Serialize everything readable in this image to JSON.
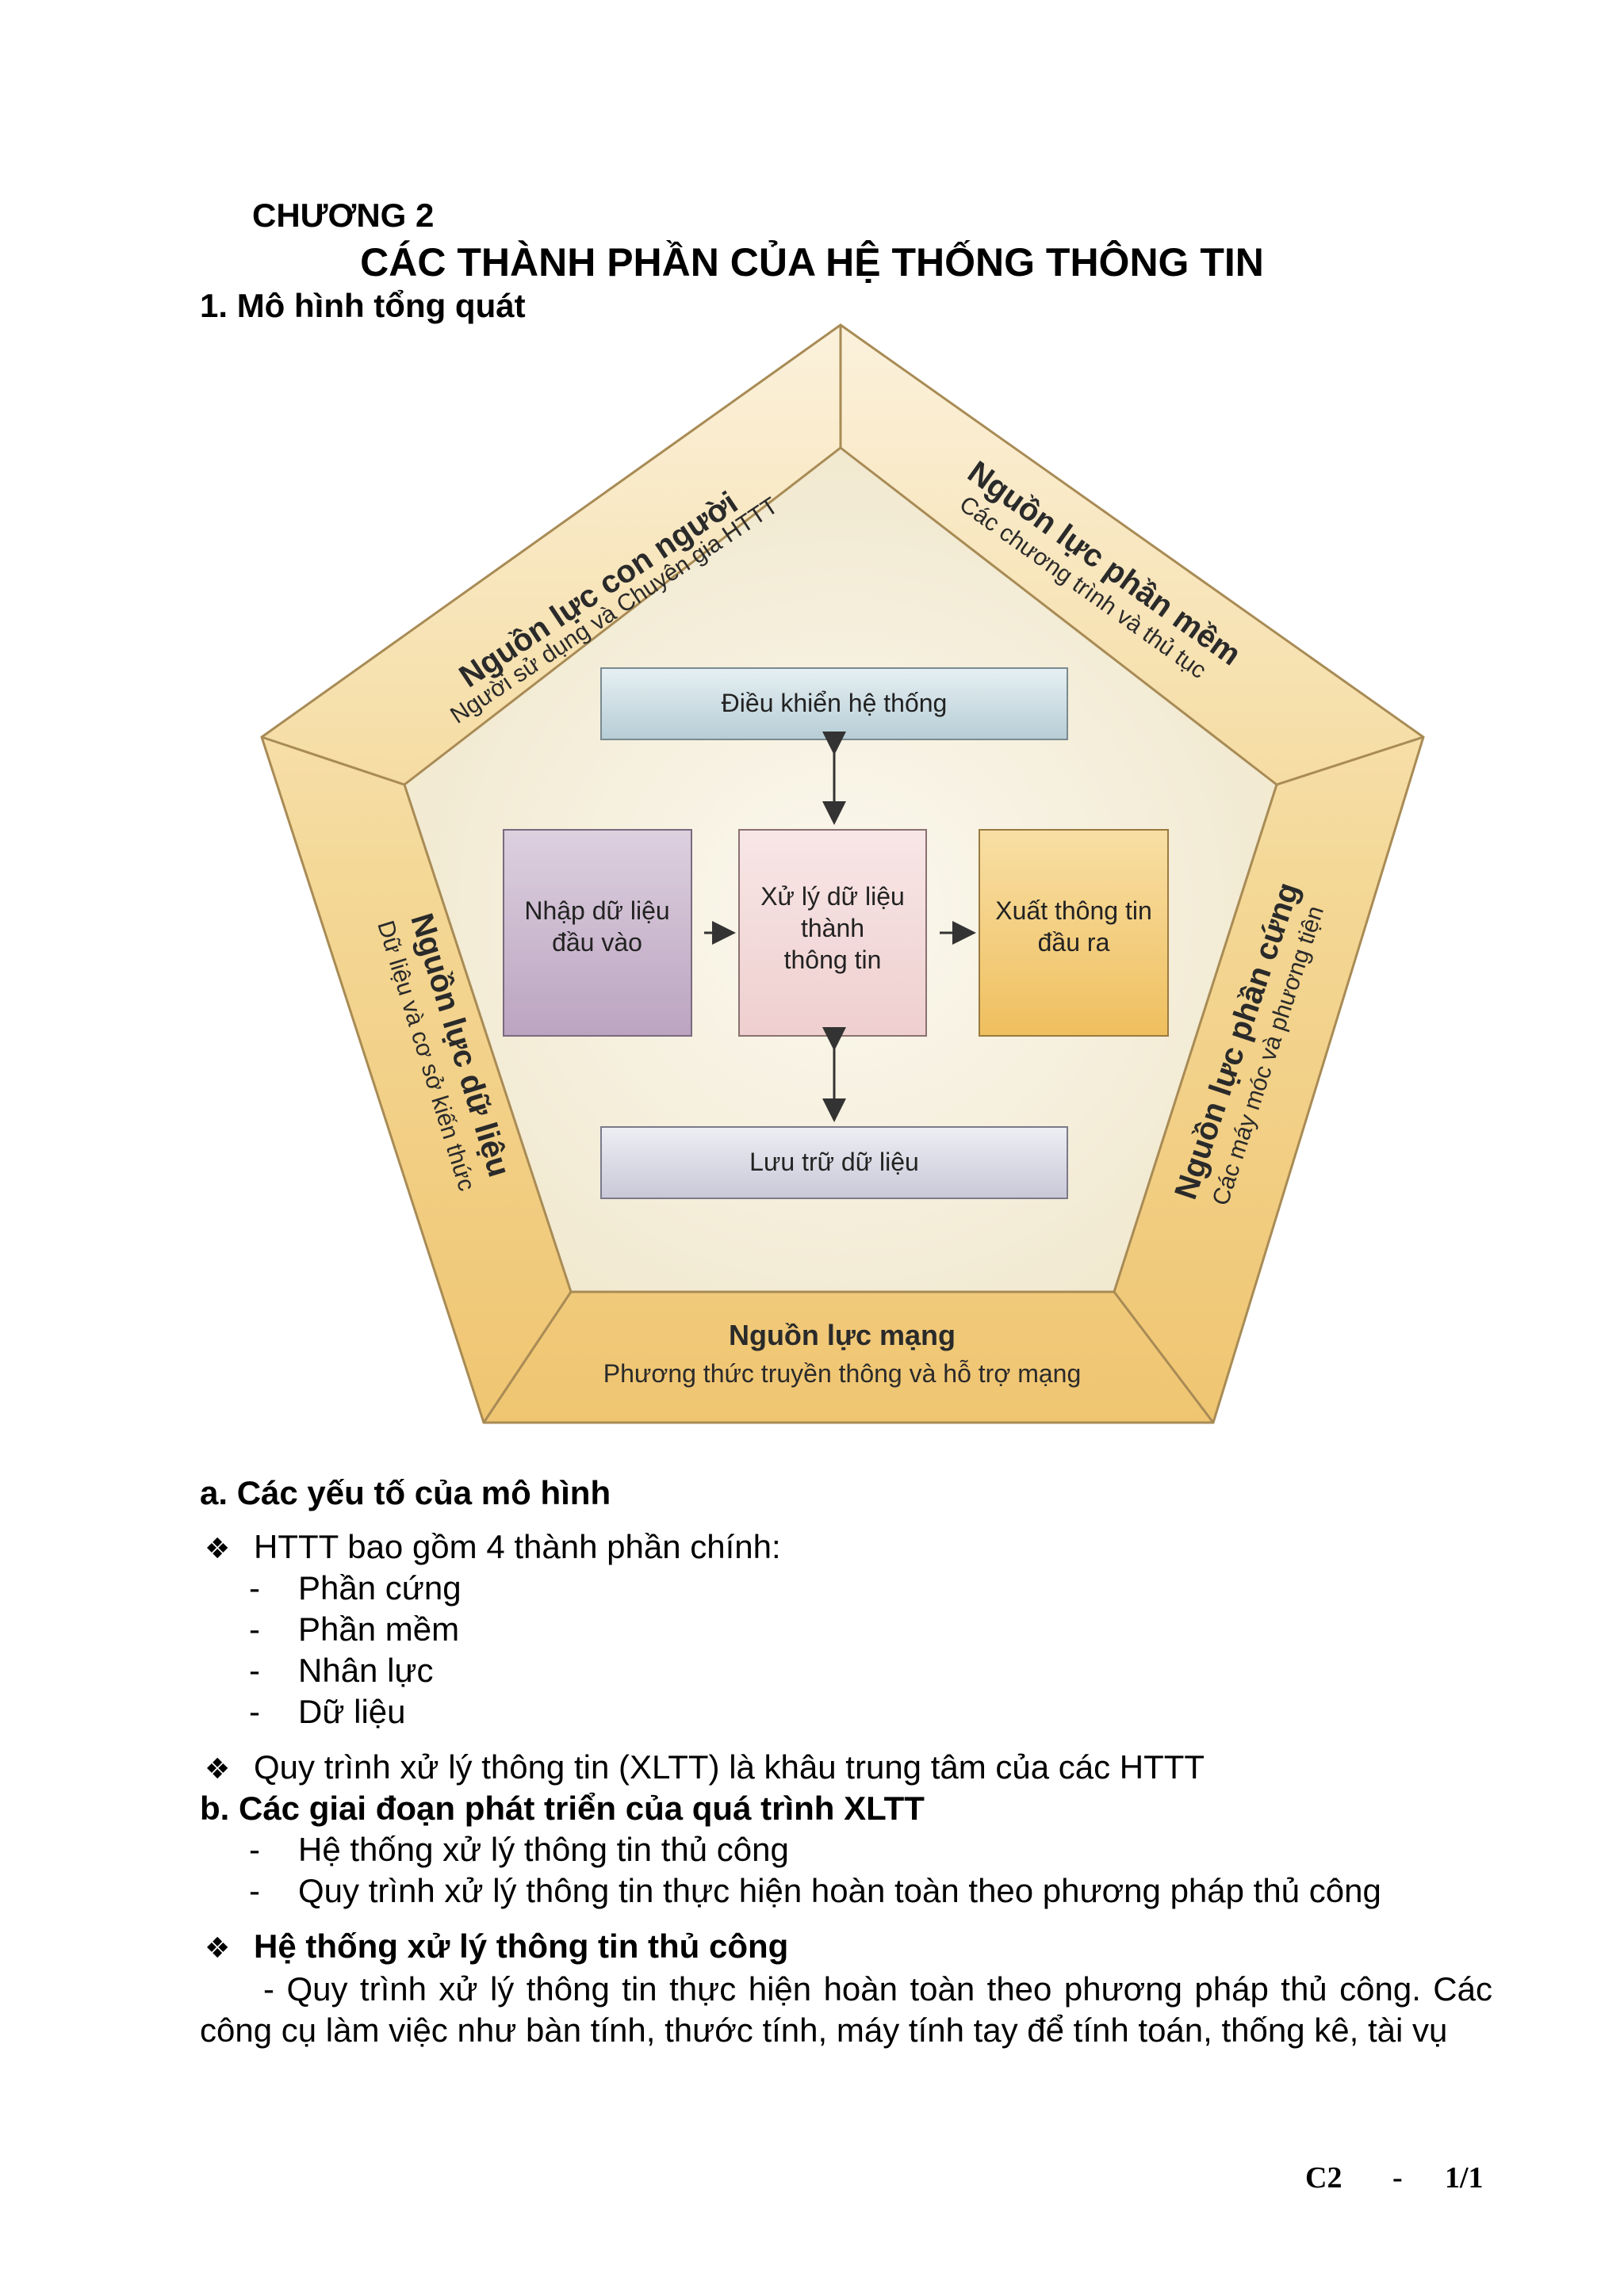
{
  "header": {
    "chapter": "CHƯƠNG 2",
    "title": "CÁC THÀNH PHẦN CỦA HỆ THỐNG THÔNG TIN",
    "section1": "1. Mô hình tổng quát"
  },
  "diagram": {
    "resources": {
      "human": {
        "title": "Nguồn lực con người",
        "subtitle": "Người sử dụng và Chuyên gia HTTT"
      },
      "software": {
        "title": "Nguồn lực phần mềm",
        "subtitle": "Các chương trình và thủ tục"
      },
      "hardware": {
        "title": "Nguồn lực phần cứng",
        "subtitle": "Các máy móc và phương tiện"
      },
      "network": {
        "title": "Nguồn lực mạng",
        "subtitle": "Phương thức truyền thông và hỗ trợ mạng"
      },
      "data": {
        "title": "Nguồn lực dữ liệu",
        "subtitle": "Dữ liệu và cơ sở kiến thức"
      }
    },
    "boxes": {
      "control": "Điều khiển hệ thống",
      "input_l1": "Nhập dữ liệu",
      "input_l2": "đầu vào",
      "process_l1": "Xử lý dữ liệu",
      "process_l2": "thành",
      "process_l3": "thông tin",
      "output_l1": "Xuất thông tin",
      "output_l2": "đầu ra",
      "storage": "Lưu trữ dữ liệu"
    },
    "colors": {
      "outer": "#f2cf86",
      "inner": "#f7f2e2",
      "control_box": "#cfe0e6",
      "input_box": "#ccb8cf",
      "process_box": "#f3d9d9",
      "output_box": "#f4cd7c",
      "storage_box": "#dcdce8"
    }
  },
  "section_a": {
    "heading": "a.  Các yếu tố của mô hình",
    "bullet1": "HTTT bao gồm 4 thành phần chính:",
    "items": [
      "Phần cứng",
      "Phần mềm",
      "Nhân lực",
      "Dữ liệu"
    ],
    "bullet2": "Quy trình xử lý thông tin (XLTT) là khâu trung tâm của các HTTT"
  },
  "section_b": {
    "heading": "b. Các giai đoạn phát triển của quá trình XLTT",
    "items": [
      "Hệ thống xử lý thông tin thủ công",
      "Quy trình xử lý thông tin thực hiện hoàn toàn theo phương pháp thủ công"
    ]
  },
  "section_c": {
    "heading": "Hệ thống xử lý thông tin thủ công",
    "paragraph": "-  Quy trình xử lý thông tin thực hiện hoàn toàn theo phương pháp thủ công. Các công cụ làm việc như bàn tính, thước tính, máy tính tay để tính toán, thống kê, tài vụ"
  },
  "footer": {
    "label": "C2",
    "sep": "-",
    "page": "1/1"
  },
  "icons": {
    "bullet": "diamond-bullet-icon"
  }
}
